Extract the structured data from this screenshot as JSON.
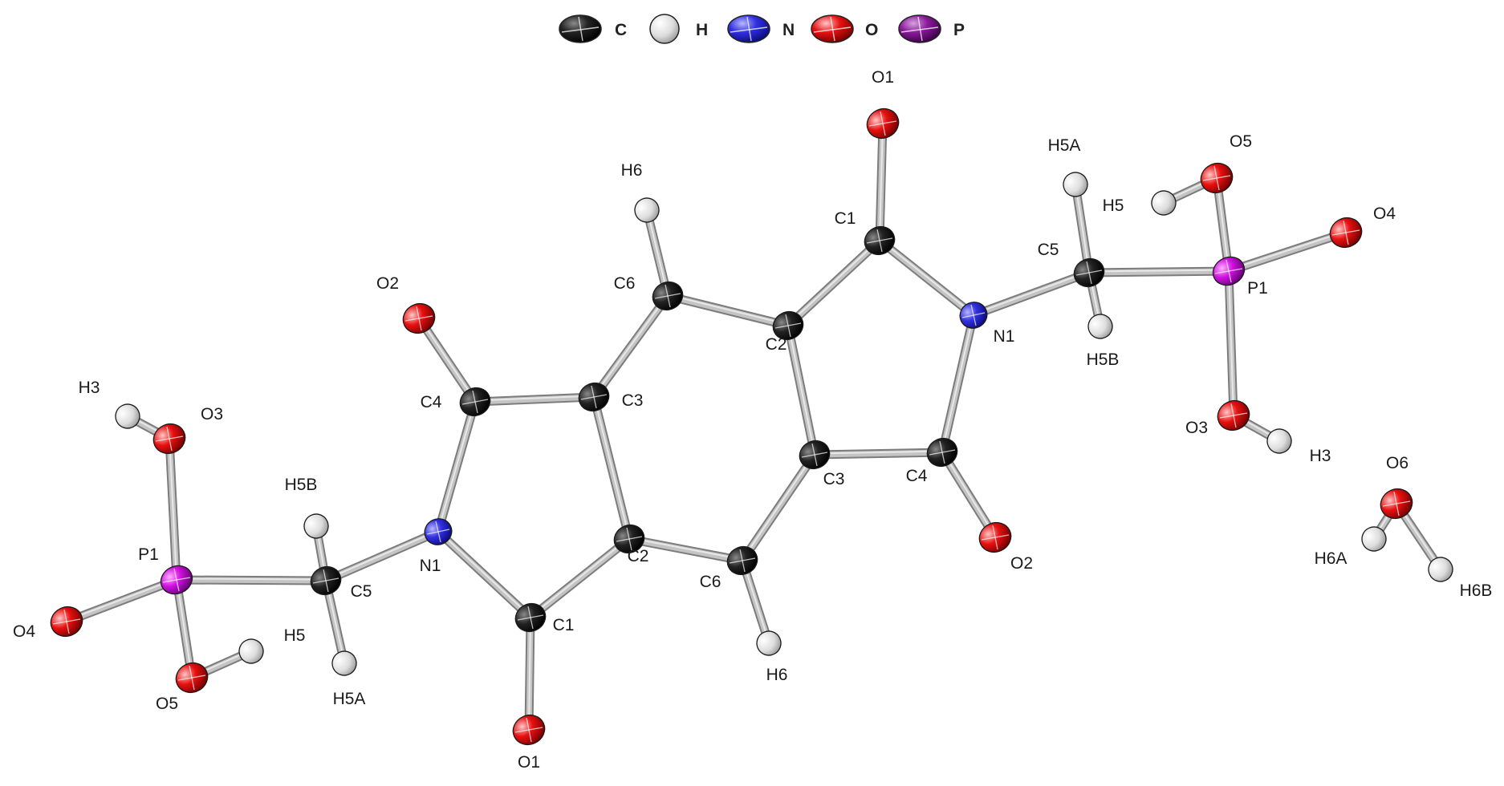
{
  "legend": [
    {
      "element": "C",
      "label": "C",
      "color": "#111111"
    },
    {
      "element": "H",
      "label": "H",
      "color": "#e6e6e6"
    },
    {
      "element": "N",
      "label": "N",
      "color": "#1f1fd0"
    },
    {
      "element": "O",
      "label": "O",
      "color": "#e00000"
    },
    {
      "element": "P",
      "label": "P",
      "color": "#8a1a9a"
    }
  ],
  "colors": {
    "C": "#111111",
    "H": "#e8e8e8",
    "N": "#2a2ad8",
    "O": "#e00000",
    "P": "#c800d2",
    "bond": "#b0b0b0"
  },
  "atoms": [
    {
      "id": "O1_top",
      "label": "O1",
      "element": "O"
    },
    {
      "id": "H5A_r",
      "label": "H5A",
      "element": "H"
    },
    {
      "id": "O5_r",
      "label": "O5",
      "element": "O"
    },
    {
      "id": "H6_top",
      "label": "H6",
      "element": "H"
    },
    {
      "id": "C1_r",
      "label": "C1",
      "element": "C"
    },
    {
      "id": "H5_r",
      "label": "H5",
      "element": "H"
    },
    {
      "id": "O4_r",
      "label": "O4",
      "element": "O"
    },
    {
      "id": "C5_r",
      "label": "C5",
      "element": "C"
    },
    {
      "id": "P1_r",
      "label": "P1",
      "element": "P"
    },
    {
      "id": "O2_l",
      "label": "O2",
      "element": "O"
    },
    {
      "id": "C6_top",
      "label": "C6",
      "element": "C"
    },
    {
      "id": "N1_r",
      "label": "N1",
      "element": "N"
    },
    {
      "id": "C2_r",
      "label": "C2",
      "element": "C"
    },
    {
      "id": "H5B_r",
      "label": "H5B",
      "element": "H"
    },
    {
      "id": "H3_l",
      "label": "H3",
      "element": "H"
    },
    {
      "id": "C4_l",
      "label": "C4",
      "element": "C"
    },
    {
      "id": "C3_l",
      "label": "C3",
      "element": "C"
    },
    {
      "id": "O3_l",
      "label": "O3",
      "element": "O"
    },
    {
      "id": "O3_r",
      "label": "O3",
      "element": "O"
    },
    {
      "id": "H3_r",
      "label": "H3",
      "element": "H"
    },
    {
      "id": "C3_r",
      "label": "C3",
      "element": "C"
    },
    {
      "id": "C4_r",
      "label": "C4",
      "element": "C"
    },
    {
      "id": "O6",
      "label": "O6",
      "element": "O"
    },
    {
      "id": "H5B_l",
      "label": "H5B",
      "element": "H"
    },
    {
      "id": "O2_r",
      "label": "O2",
      "element": "O"
    },
    {
      "id": "P1_l",
      "label": "P1",
      "element": "P"
    },
    {
      "id": "N1_l",
      "label": "N1",
      "element": "N"
    },
    {
      "id": "C2_l",
      "label": "C2",
      "element": "C"
    },
    {
      "id": "C6_bot",
      "label": "C6",
      "element": "C"
    },
    {
      "id": "H6A",
      "label": "H6A",
      "element": "H"
    },
    {
      "id": "H6B",
      "label": "H6B",
      "element": "H"
    },
    {
      "id": "O4_l",
      "label": "O4",
      "element": "O"
    },
    {
      "id": "C5_l",
      "label": "C5",
      "element": "C"
    },
    {
      "id": "C1_l",
      "label": "C1",
      "element": "C"
    },
    {
      "id": "H5_l",
      "label": "H5",
      "element": "H"
    },
    {
      "id": "H6_bot",
      "label": "H6",
      "element": "H"
    },
    {
      "id": "O5_l",
      "label": "O5",
      "element": "O"
    },
    {
      "id": "H5A_l",
      "label": "H5A",
      "element": "H"
    },
    {
      "id": "O1_bot",
      "label": "O1",
      "element": "O"
    }
  ],
  "bonds": [
    [
      "O1_top",
      "C1_r"
    ],
    [
      "C1_r",
      "N1_r"
    ],
    [
      "C1_r",
      "C2_r"
    ],
    [
      "N1_r",
      "C5_r"
    ],
    [
      "N1_r",
      "C4_r"
    ],
    [
      "C5_r",
      "H5A_r"
    ],
    [
      "C5_r",
      "H5B_r"
    ],
    [
      "C5_r",
      "P1_r"
    ],
    [
      "P1_r",
      "O5_r"
    ],
    [
      "O5_r",
      "H5_r"
    ],
    [
      "P1_r",
      "O4_r"
    ],
    [
      "P1_r",
      "O3_r"
    ],
    [
      "O3_r",
      "H3_r"
    ],
    [
      "C4_r",
      "O2_r"
    ],
    [
      "C4_r",
      "C3_r"
    ],
    [
      "C2_r",
      "C3_r"
    ],
    [
      "C2_r",
      "C6_top"
    ],
    [
      "C6_top",
      "H6_top"
    ],
    [
      "C6_top",
      "C3_l"
    ],
    [
      "C3_r",
      "C6_bot"
    ],
    [
      "C6_bot",
      "H6_bot"
    ],
    [
      "C6_bot",
      "C2_l"
    ],
    [
      "C3_l",
      "C2_l"
    ],
    [
      "C3_l",
      "C4_l"
    ],
    [
      "C4_l",
      "O2_l"
    ],
    [
      "C4_l",
      "N1_l"
    ],
    [
      "N1_l",
      "C1_l"
    ],
    [
      "C1_l",
      "C2_l"
    ],
    [
      "C1_l",
      "O1_bot"
    ],
    [
      "N1_l",
      "C5_l"
    ],
    [
      "C5_l",
      "H5B_l"
    ],
    [
      "C5_l",
      "H5A_l"
    ],
    [
      "C5_l",
      "P1_l"
    ],
    [
      "P1_l",
      "O3_l"
    ],
    [
      "O3_l",
      "H3_l"
    ],
    [
      "P1_l",
      "O4_l"
    ],
    [
      "P1_l",
      "O5_l"
    ],
    [
      "O5_l",
      "H5_l"
    ],
    [
      "O6",
      "H6A"
    ],
    [
      "O6",
      "H6B"
    ]
  ]
}
